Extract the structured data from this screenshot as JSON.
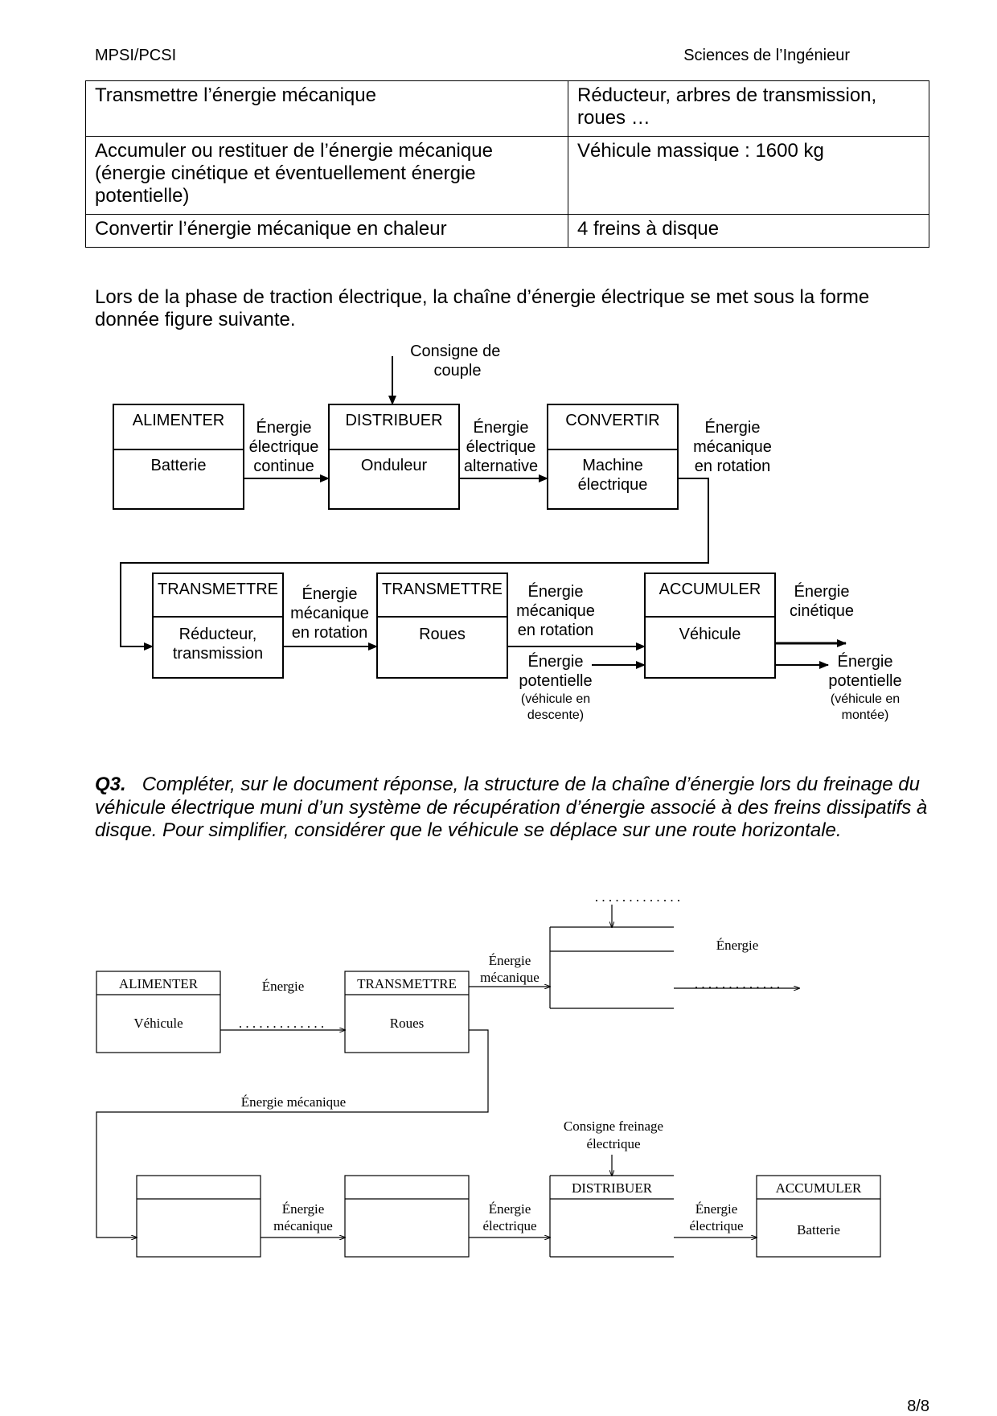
{
  "header": {
    "left": "MPSI/PCSI",
    "right": "Sciences de l’Ingénieur"
  },
  "table": {
    "rows": [
      {
        "function": "Transmettre l’énergie mécanique",
        "solution": "Réducteur, arbres de transmission, roues …"
      },
      {
        "function": "Accumuler ou restituer de l’énergie mécanique (énergie cinétique et éventuellement énergie potentielle)",
        "solution": "Véhicule massique : 1600 kg"
      },
      {
        "function": "Convertir l’énergie mécanique en chaleur",
        "solution": "4 freins à disque"
      }
    ]
  },
  "intro": "Lors de la phase de traction électrique, la chaîne d’énergie électrique se met sous la forme donnée figure suivante.",
  "diagram1": {
    "consigne": [
      "Consigne de",
      "couple"
    ],
    "blocks": {
      "alimenter": {
        "fn": "ALIMENTER",
        "comp": [
          "Batterie"
        ]
      },
      "distribuer": {
        "fn": "DISTRIBUER",
        "comp": [
          "Onduleur"
        ]
      },
      "convertir": {
        "fn": "CONVERTIR",
        "comp": [
          "Machine",
          "électrique"
        ]
      },
      "transmettre1": {
        "fn": "TRANSMETTRE",
        "comp": [
          "Réducteur,",
          "transmission"
        ]
      },
      "transmettre2": {
        "fn": "TRANSMETTRE",
        "comp": [
          "Roues"
        ]
      },
      "accumuler": {
        "fn": "ACCUMULER",
        "comp": [
          "Véhicule"
        ]
      }
    },
    "flows": {
      "e1": [
        "Énergie",
        "électrique",
        "continue"
      ],
      "e2": [
        "Énergie",
        "électrique",
        "alternative"
      ],
      "e3": [
        "Énergie",
        "mécanique",
        "en rotation"
      ],
      "e4": [
        "Énergie",
        "mécanique",
        "en rotation"
      ],
      "e5": [
        "Énergie",
        "mécanique",
        "en rotation"
      ],
      "e6": [
        "Énergie",
        "potentielle"
      ],
      "e6_note": [
        "(véhicule en",
        "descente)"
      ],
      "e7": [
        "Énergie",
        "cinétique"
      ],
      "e8": [
        "Énergie",
        "potentielle"
      ],
      "e8_note": [
        "(véhicule en",
        "montée)"
      ]
    }
  },
  "question": {
    "label": "Q3.",
    "text": "Compléter, sur le document réponse, la structure de la chaîne d’énergie lors du freinage du véhicule électrique muni d’un système de récupération d’énergie associé à des freins dissipatifs à disque. Pour simplifier, considérer que le véhicule se déplace sur une route horizontale."
  },
  "diagram2": {
    "dots": ". . . . . . . . . . . . .",
    "alimenter": {
      "fn": "ALIMENTER",
      "comp": "Véhicule"
    },
    "transmettre": {
      "fn": "TRANSMETTRE",
      "comp": "Roues"
    },
    "distribuer": {
      "fn": "DISTRIBUER"
    },
    "accumuler": {
      "fn": "ACCUMULER",
      "comp": "Batterie"
    },
    "labels": {
      "energie": "Énergie",
      "energie_mecanique_top": [
        "Énergie",
        "mécanique"
      ],
      "energie_right": "Énergie",
      "energie_mecanique_loop": "Énergie mécanique",
      "consigne": [
        "Consigne freinage",
        "électrique"
      ],
      "flow_b1": [
        "Énergie",
        "mécanique"
      ],
      "flow_b2": [
        "Énergie",
        "électrique"
      ],
      "flow_b3": [
        "Énergie",
        "électrique"
      ]
    }
  },
  "page_number": "8/8"
}
